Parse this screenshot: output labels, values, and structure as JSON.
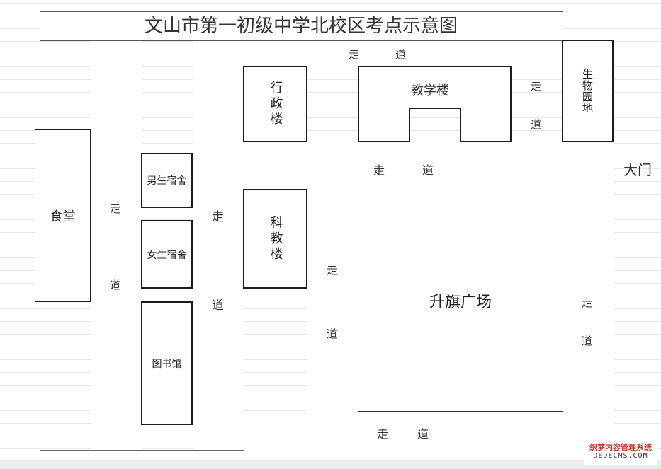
{
  "title": "文山市第一初级中学北校区考点示意图",
  "buildings": {
    "canteen": "食堂",
    "admin": "行政楼",
    "teaching": "教学楼",
    "biology_garden": "生物园地",
    "science": "科教楼",
    "boys_dorm": "男生宿舍",
    "girls_dorm": "女生宿舍",
    "library": "图书馆",
    "square": "升旗广场"
  },
  "gate": "大门",
  "walkway": {
    "zou": "走",
    "dao": "道"
  },
  "watermark": {
    "line1": "织梦内容管理系统",
    "line2": "DEDECMS.COM"
  }
}
